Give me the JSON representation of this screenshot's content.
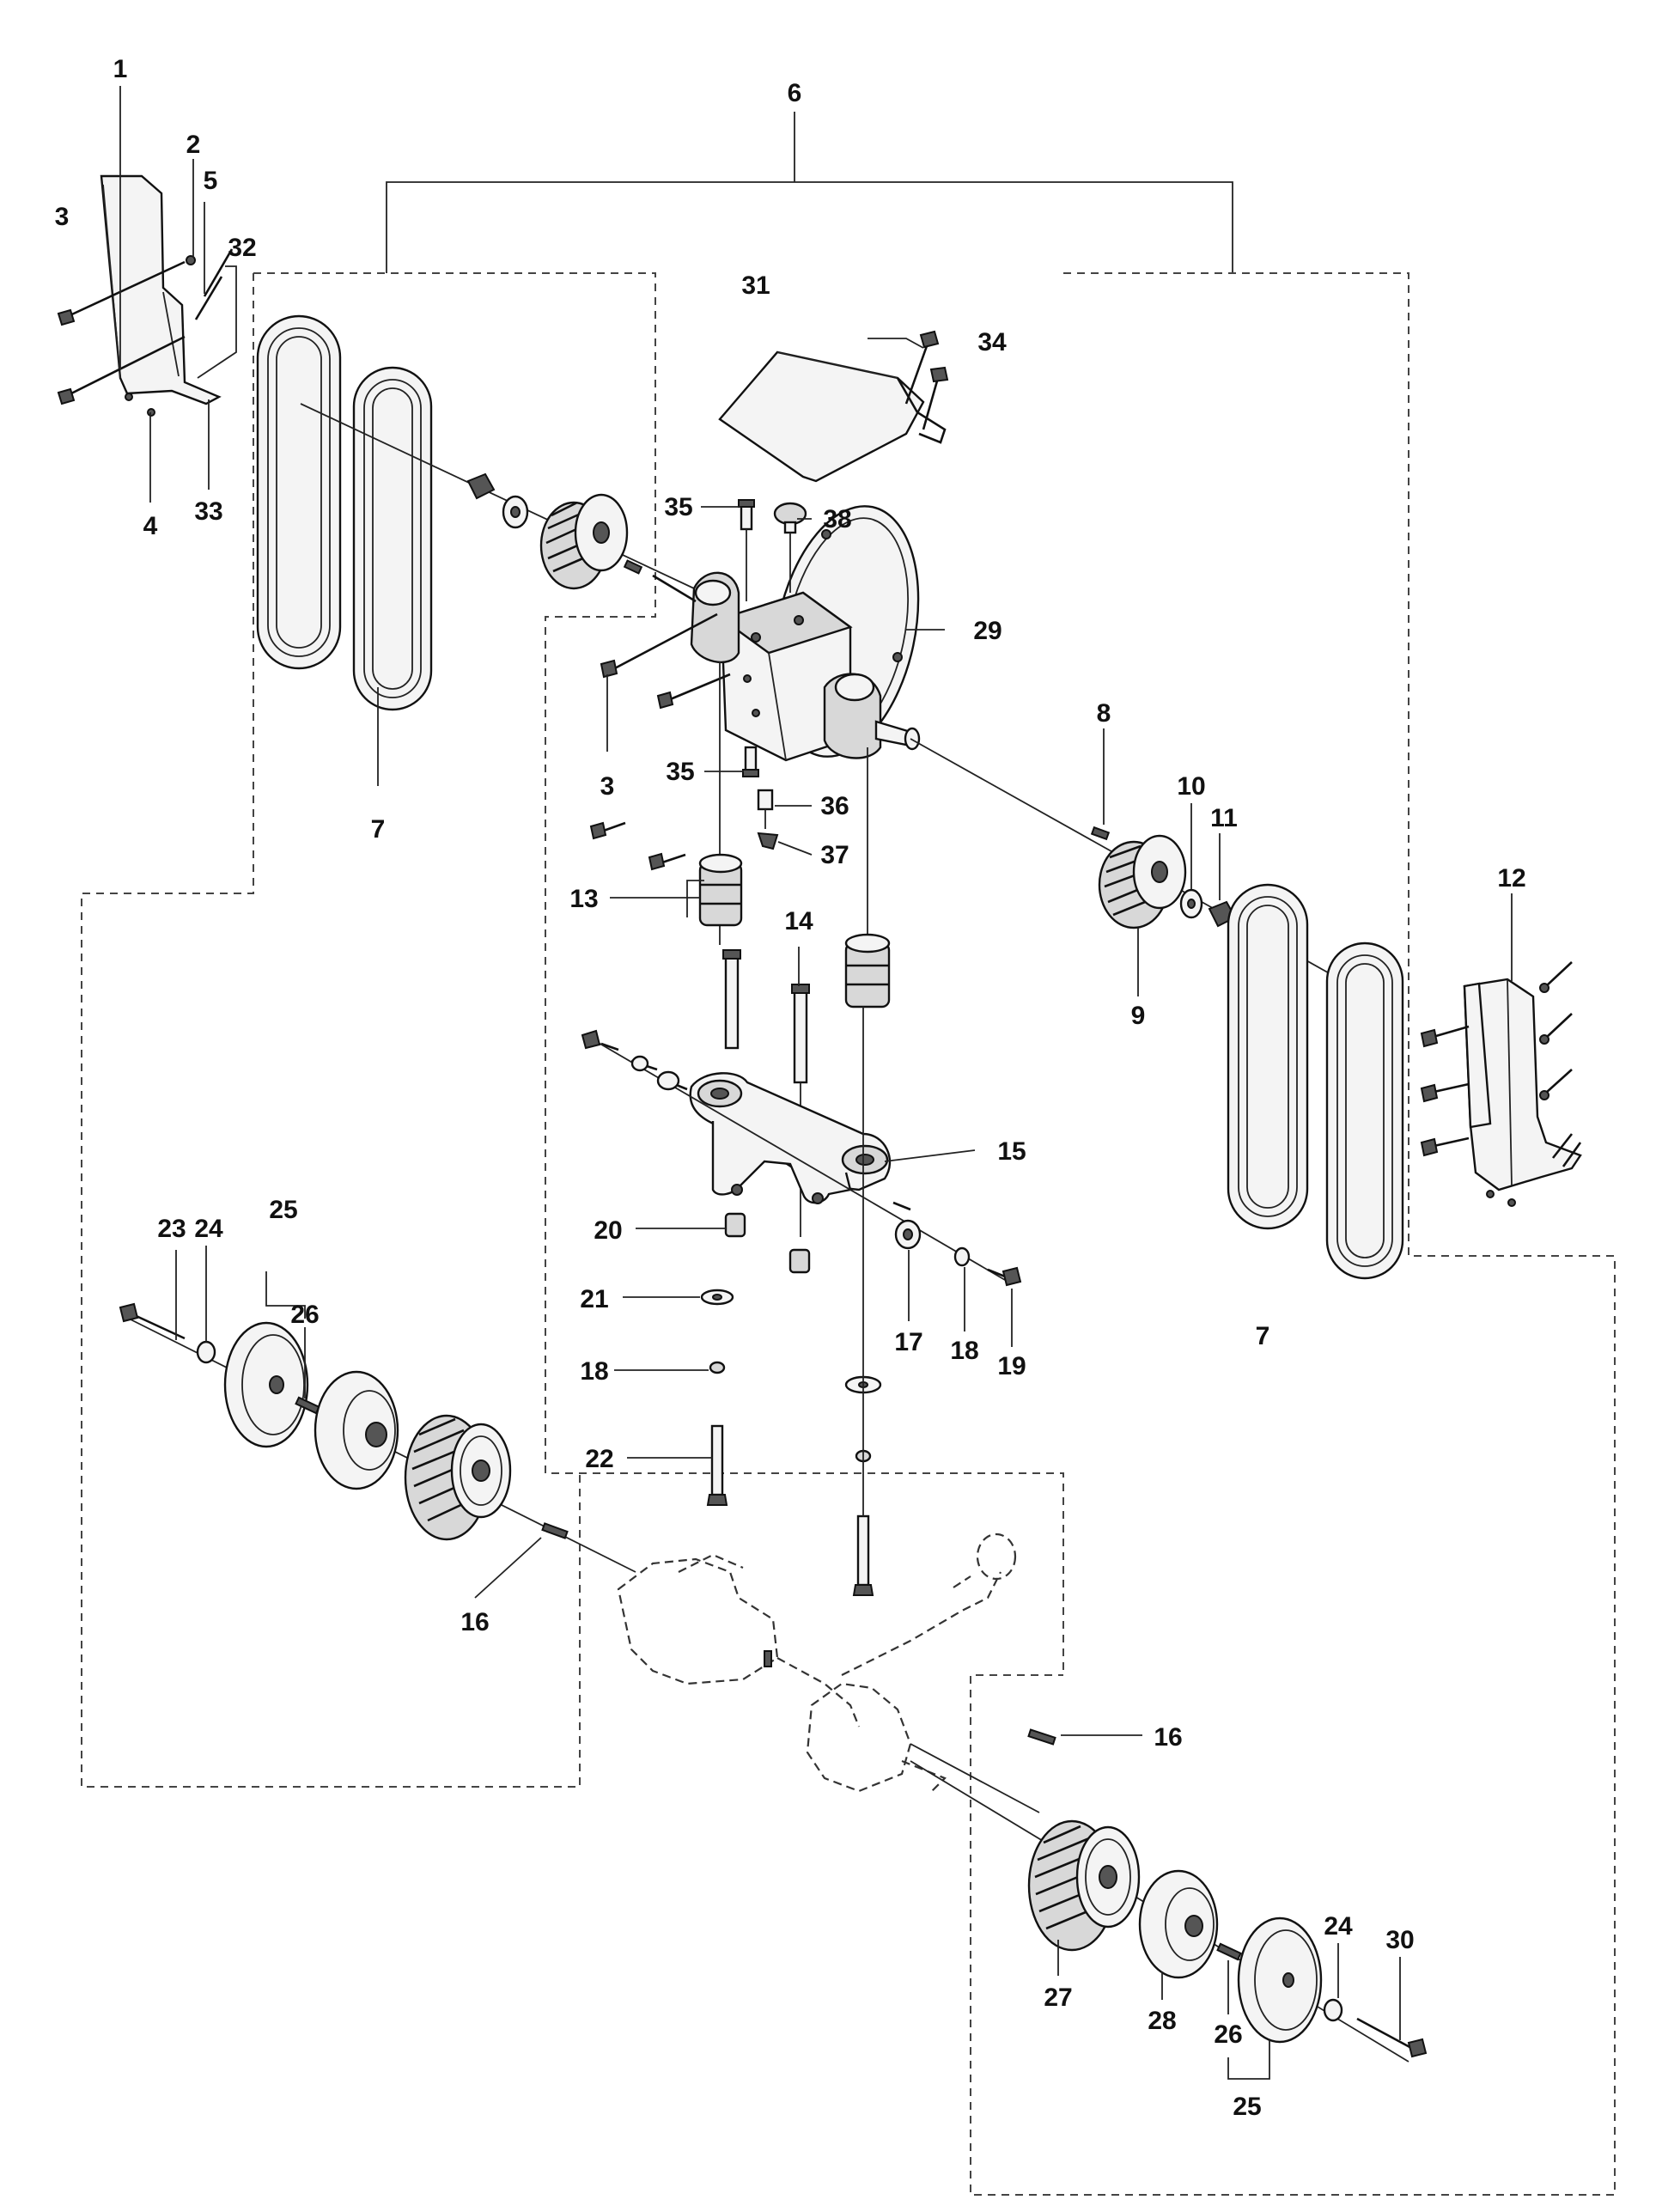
{
  "diagram": {
    "callouts": [
      "1",
      "2",
      "3",
      "3",
      "4",
      "5",
      "6",
      "7",
      "7",
      "8",
      "9",
      "10",
      "11",
      "12",
      "13",
      "14",
      "15",
      "16",
      "16",
      "17",
      "18",
      "18",
      "19",
      "20",
      "21",
      "22",
      "23",
      "24",
      "24",
      "25",
      "25",
      "26",
      "26",
      "27",
      "28",
      "29",
      "30",
      "31",
      "32",
      "33",
      "34",
      "35",
      "35",
      "36",
      "37",
      "38"
    ]
  }
}
